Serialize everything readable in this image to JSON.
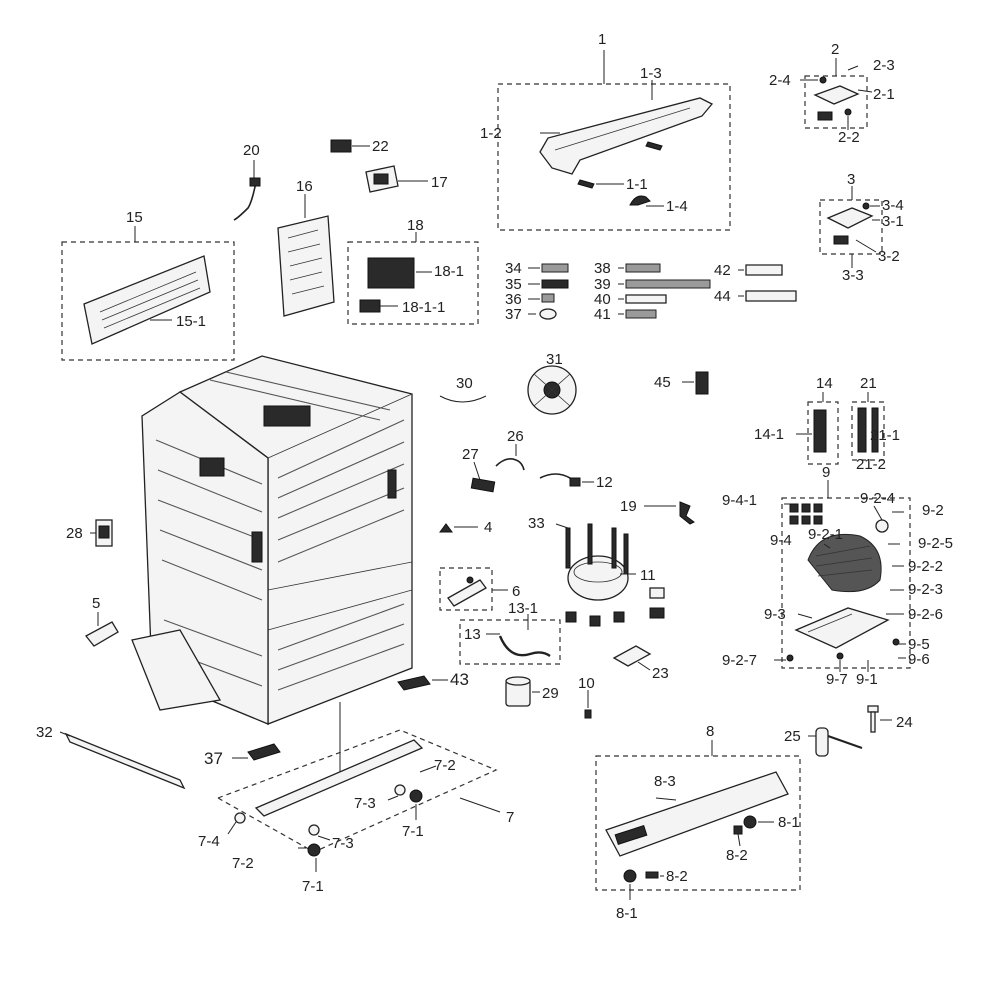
{
  "labels": {
    "l1": "1",
    "l1_2": "1-2",
    "l1_3": "1-3",
    "l1_1": "1-1",
    "l1_4": "1-4",
    "l2": "2",
    "l2_1": "2-1",
    "l2_2": "2-2",
    "l2_3": "2-3",
    "l2_4": "2-4",
    "l3": "3",
    "l3_1": "3-1",
    "l3_2": "3-2",
    "l3_3": "3-3",
    "l3_4": "3-4",
    "l4": "4",
    "l5": "5",
    "l6": "6",
    "l7": "7",
    "l7_1a": "7-1",
    "l7_1b": "7-1",
    "l7_2a": "7-2",
    "l7_2b": "7-2",
    "l7_3a": "7-3",
    "l7_3b": "7-3",
    "l7_4": "7-4",
    "l8": "8",
    "l8_1a": "8-1",
    "l8_1b": "8-1",
    "l8_2a": "8-2",
    "l8_2b": "8-2",
    "l8_3": "8-3",
    "l9": "9",
    "l9_1": "9-1",
    "l9_2": "9-2",
    "l9_2_1": "9-2-1",
    "l9_2_2": "9-2-2",
    "l9_2_3": "9-2-3",
    "l9_2_4": "9-2-4",
    "l9_2_5": "9-2-5",
    "l9_2_6": "9-2-6",
    "l9_2_7": "9-2-7",
    "l9_3": "9-3",
    "l9_4": "9-4",
    "l9_4_1": "9-4-1",
    "l9_5": "9-5",
    "l9_6": "9-6",
    "l9_7": "9-7",
    "l10": "10",
    "l11": "11",
    "l12": "12",
    "l13": "13",
    "l13_1": "13-1",
    "l14": "14",
    "l14_1": "14-1",
    "l15": "15",
    "l15_1": "15-1",
    "l16": "16",
    "l17": "17",
    "l18": "18",
    "l18_1": "18-1",
    "l18_1_1": "18-1-1",
    "l19": "19",
    "l20": "20",
    "l21": "21",
    "l21_1": "21-1",
    "l21_2": "21-2",
    "l22": "22",
    "l23": "23",
    "l24": "24",
    "l25": "25",
    "l26": "26",
    "l27": "27",
    "l28": "28",
    "l29": "29",
    "l30": "30",
    "l31": "31",
    "l32": "32",
    "l33": "33",
    "l34": "34",
    "l35": "35",
    "l36": "36",
    "l37a": "37",
    "l37b": "37",
    "l38": "38",
    "l39": "39",
    "l40": "40",
    "l41": "41",
    "l42": "42",
    "l43": "43",
    "l44": "44",
    "l45": "45"
  },
  "colors": {
    "line": "#222222",
    "fill_light": "#f4f4f4",
    "fill_dark": "#2a2a2a"
  }
}
